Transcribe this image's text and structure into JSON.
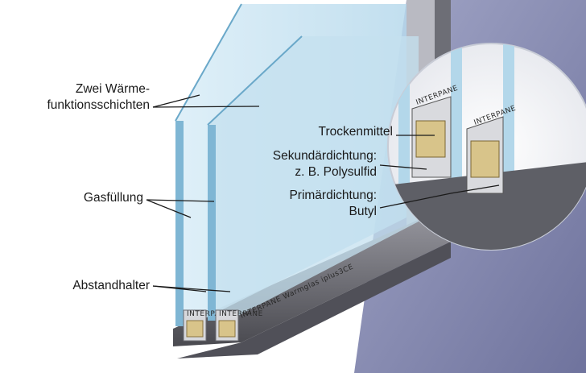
{
  "labels": {
    "coatings_line1": "Zwei Wärme-",
    "coatings_line2": "funktionsschichten",
    "gas_fill": "Gasfüllung",
    "spacer": "Abstandhalter",
    "desiccant": "Trockenmittel",
    "secondary_seal_line1": "Sekundärdichtung:",
    "secondary_seal_line2": "z. B. Polysulfid",
    "primary_seal_line1": "Primärdichtung:",
    "primary_seal_line2": "Butyl"
  },
  "spacer_print": {
    "front_1": "INTERPANE",
    "front_2": "INTERPANE",
    "strip": "INTERPANE Warmglas iplus3CE",
    "zoom_1": "INTERPANE",
    "zoom_2": "INTERPANE"
  },
  "colors": {
    "glass": "#c9e3f1",
    "glass_edge": "#8fc2dc",
    "frame_dark": "#5a5a60",
    "frame_mid": "#8a8a92",
    "background_wall": "#8e92b8",
    "desiccant": "#d8c48a"
  }
}
